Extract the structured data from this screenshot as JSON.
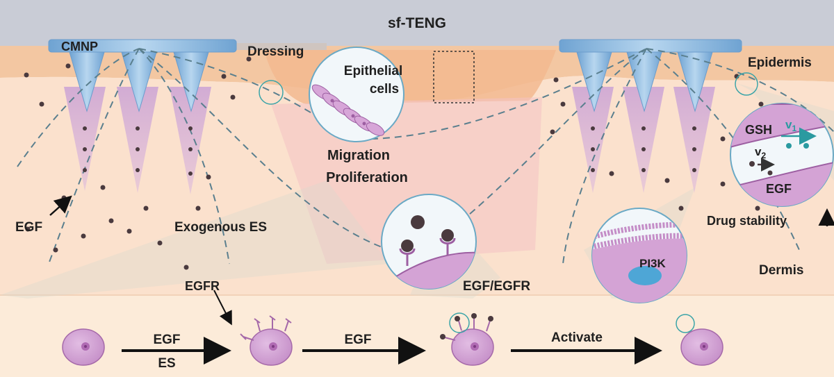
{
  "labels": {
    "device": "sf-TENG",
    "cmnp": "CMNP",
    "dressing": "Dressing",
    "epithelial_line1": "Epithelial",
    "epithelial_line2": "cells",
    "migration": "Migration",
    "proliferation": "Proliferation",
    "epidermis": "Epidermis",
    "gsh": "GSH",
    "v1": "v",
    "v1_sub": "1",
    "v2": "v",
    "v2_sub": "2",
    "egf_inset": "EGF",
    "drug_stability": "Drug stability",
    "dermis": "Dermis",
    "egf_pointer": "EGF",
    "exogenous_es": "Exogenous ES",
    "egfr": "EGFR",
    "egf_egfr": "EGF/EGFR",
    "pi3k": "PI3K",
    "step1_top": "EGF",
    "step1_bottom": "ES",
    "step2": "EGF",
    "step3": "Activate"
  },
  "colors": {
    "device_bar": "#c9ccd6",
    "skin_top": "#f2c9a6",
    "dermis": "#fbe3d0",
    "needle_blue": "#8fb8dd",
    "drug_purple": "#c9a6d6",
    "cell_purple": "#cf9fd0",
    "dash": "#5a7f8e",
    "arrow": "#111111",
    "pi3k_blue": "#4ea6d6"
  }
}
